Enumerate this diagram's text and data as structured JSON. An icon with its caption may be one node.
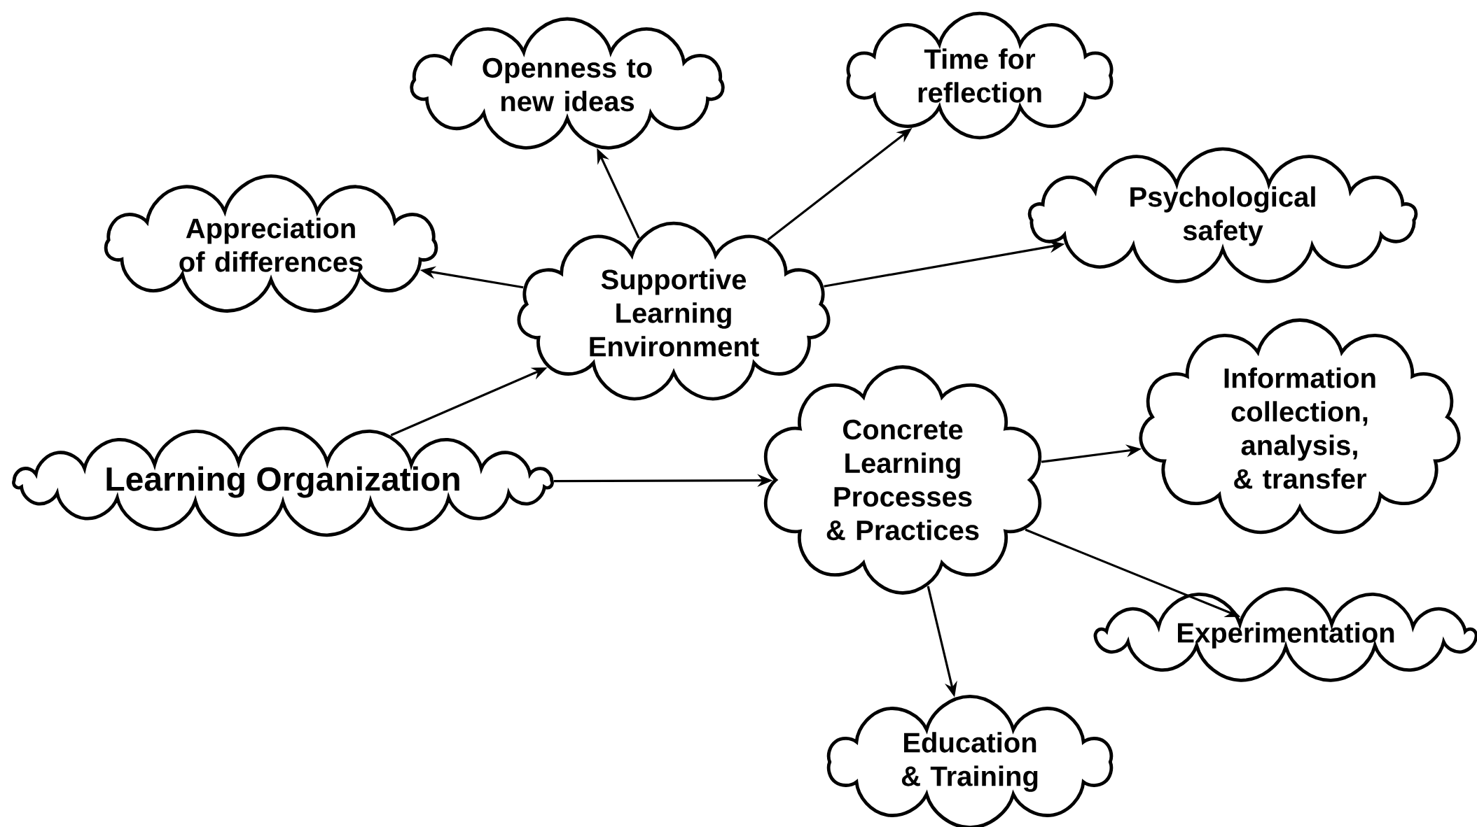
{
  "diagram": {
    "nodes": [
      {
        "text": [
          "Learning Organization"
        ]
      },
      {
        "text": [
          "Supportive Learning Environment"
        ]
      },
      {
        "text": [
          "Appreciation of differences"
        ]
      },
      {
        "text": [
          "Openness to new ideas"
        ]
      },
      {
        "text": [
          "Time for reflection"
        ]
      },
      {
        "text": [
          "Psychological safety"
        ]
      },
      {
        "text": [
          "Concrete Learning Processes & Practices"
        ]
      },
      {
        "text": [
          "Information collection, analysis, & transfer"
        ]
      },
      {
        "text": [
          "Experimentation"
        ]
      },
      {
        "text": [
          "Education & Training"
        ]
      }
    ],
    "edges": [
      {
        "from": 0,
        "to": 1,
        "arrow": "to"
      },
      {
        "from": 0,
        "to": 6,
        "arrow": "to"
      },
      {
        "from": 1,
        "to": 2,
        "arrow": "to"
      },
      {
        "from": 1,
        "to": 3,
        "arrow": "to"
      },
      {
        "from": 1,
        "to": 4,
        "arrow": "to"
      },
      {
        "from": 1,
        "to": 5,
        "arrow": "to"
      },
      {
        "from": 6,
        "to": 7,
        "arrow": "to"
      },
      {
        "from": 6,
        "to": 8,
        "arrow": "to"
      },
      {
        "from": 6,
        "to": 9,
        "arrow": "to"
      }
    ]
  }
}
